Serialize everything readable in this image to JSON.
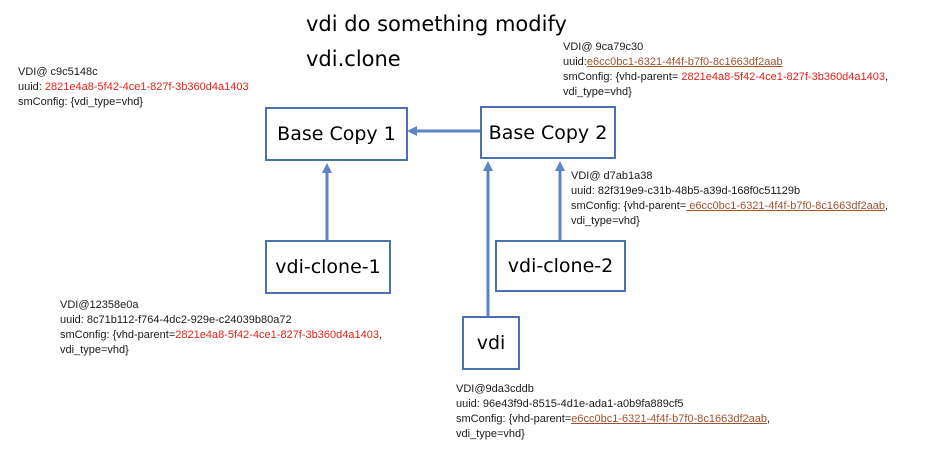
{
  "title": {
    "line1": "vdi do something modify",
    "line2": "vdi.clone"
  },
  "colors": {
    "box_border": "#4a72b0",
    "arrow": "#5b85c6",
    "uuid_red": "#e2231a",
    "uuid_link": "#a0522d"
  },
  "boxes": {
    "base1": "Base Copy 1",
    "base2": "Base Copy 2",
    "clone1": "vdi-clone-1",
    "clone2": "vdi-clone-2",
    "vdi": "vdi"
  },
  "info_base1": {
    "vdi": "VDI@ c9c5148c",
    "uuid_label": "uuid: ",
    "uuid": "2821e4a8-5f42-4ce1-827f-3b360d4a1403",
    "sm": "smConfig: {vdi_type=vhd}"
  },
  "info_base2": {
    "vdi": "VDI@ 9ca79c30",
    "uuid_label": "uuid:",
    "uuid": "e6cc0bc1-6321-4f4f-b7f0-8c1663df2aab",
    "sm_prefix": "smConfig: {vhd-parent=  ",
    "sm_parent": "2821e4a8-5f42-4ce1-827f-3b360d4a1403",
    "sm_suffix": ",",
    "sm_line2": "vdi_type=vhd}"
  },
  "info_clone2": {
    "vdi": "VDI@ d7ab1a38",
    "uuid": "uuid: 82f319e9-c31b-48b5-a39d-168f0c51129b",
    "sm_prefix": "smConfig: {vhd-parent=",
    "sm_parent": " e6cc0bc1-6321-4f4f-b7f0-8c1663df2aab",
    "sm_suffix": ",",
    "sm_line2": "vdi_type=vhd}"
  },
  "info_clone1": {
    "vdi": "VDI@12358e0a",
    "uuid": "uuid: 8c71b112-f764-4dc2-929e-c24039b80a72",
    "sm_prefix": "smConfig: {vhd-parent=",
    "sm_parent": "2821e4a8-5f42-4ce1-827f-3b360d4a1403",
    "sm_suffix": ",",
    "sm_line2": "vdi_type=vhd}"
  },
  "info_vdi": {
    "vdi": "VDI@9da3cddb",
    "uuid": "uuid: 96e43f9d-8515-4d1e-ada1-a0b9fa889cf5",
    "sm_prefix": "smConfig: {vhd-parent=",
    "sm_parent": "e6cc0bc1-6321-4f4f-b7f0-8c1663df2aab",
    "sm_suffix": ",",
    "sm_line2": "vdi_type=vhd}"
  }
}
